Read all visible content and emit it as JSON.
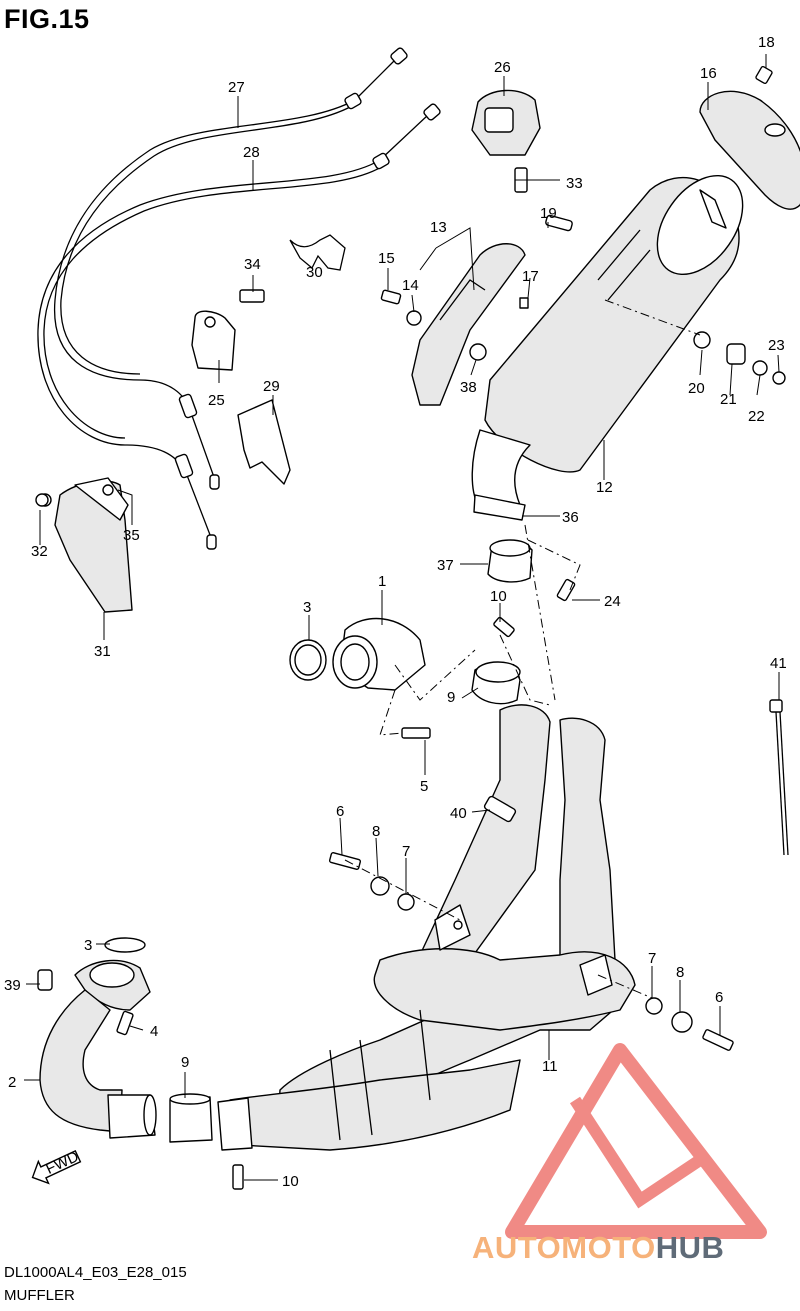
{
  "figure": {
    "title": "FIG.15",
    "code": "DL1000AL4_E03_E28_015",
    "name": "MUFFLER"
  },
  "badge": "FWD",
  "watermark": {
    "part1": "AUTOMOTO",
    "part2": "HUB",
    "color_a": "#f6b27a",
    "color_b": "#5f6b78",
    "logo_color": "#f08a85"
  },
  "callouts": [
    "1",
    "2",
    "3",
    "3",
    "4",
    "5",
    "6",
    "6",
    "7",
    "7",
    "8",
    "8",
    "9",
    "9",
    "10",
    "10",
    "11",
    "12",
    "13",
    "14",
    "15",
    "16",
    "17",
    "18",
    "19",
    "20",
    "21",
    "22",
    "23",
    "24",
    "25",
    "26",
    "27",
    "28",
    "29",
    "30",
    "31",
    "32",
    "33",
    "34",
    "35",
    "36",
    "37",
    "38",
    "39",
    "40",
    "41"
  ]
}
